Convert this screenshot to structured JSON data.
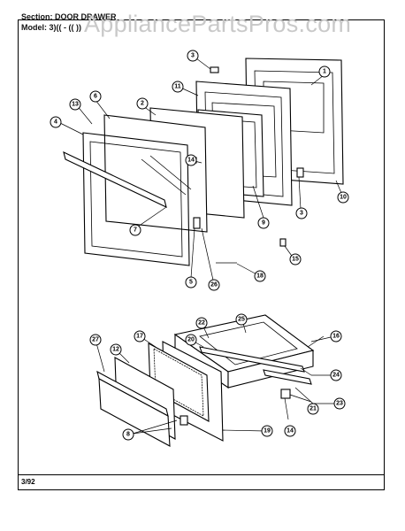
{
  "header": {
    "section_line": "Section: DOOR DRAWER",
    "model_line": "Model: 3)((  -  (( ))"
  },
  "watermark": "AppliancePartsPros.com",
  "footer": {
    "date_code": "3/92"
  },
  "callouts": [
    "1",
    "2",
    "3",
    "3",
    "4",
    "5",
    "6",
    "7",
    "8",
    "9",
    "10",
    "11",
    "12",
    "13",
    "14",
    "14",
    "15",
    "16",
    "17",
    "18",
    "19",
    "20",
    "21",
    "22",
    "23",
    "24",
    "25",
    "26",
    "27"
  ]
}
